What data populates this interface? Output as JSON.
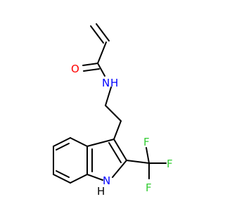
{
  "molecule": {
    "atom_labels": {
      "oxygen": "O",
      "amide_nitrogen": "N",
      "amide_hydrogen": "H",
      "indole_nitrogen": "N",
      "indole_hydrogen": "H",
      "fluorine_1": "F",
      "fluorine_2": "F",
      "fluorine_3": "F"
    },
    "colors": {
      "bond": "#000000",
      "oxygen": "#ff0000",
      "nitrogen": "#0000ff",
      "fluorine": "#33cc33"
    }
  }
}
